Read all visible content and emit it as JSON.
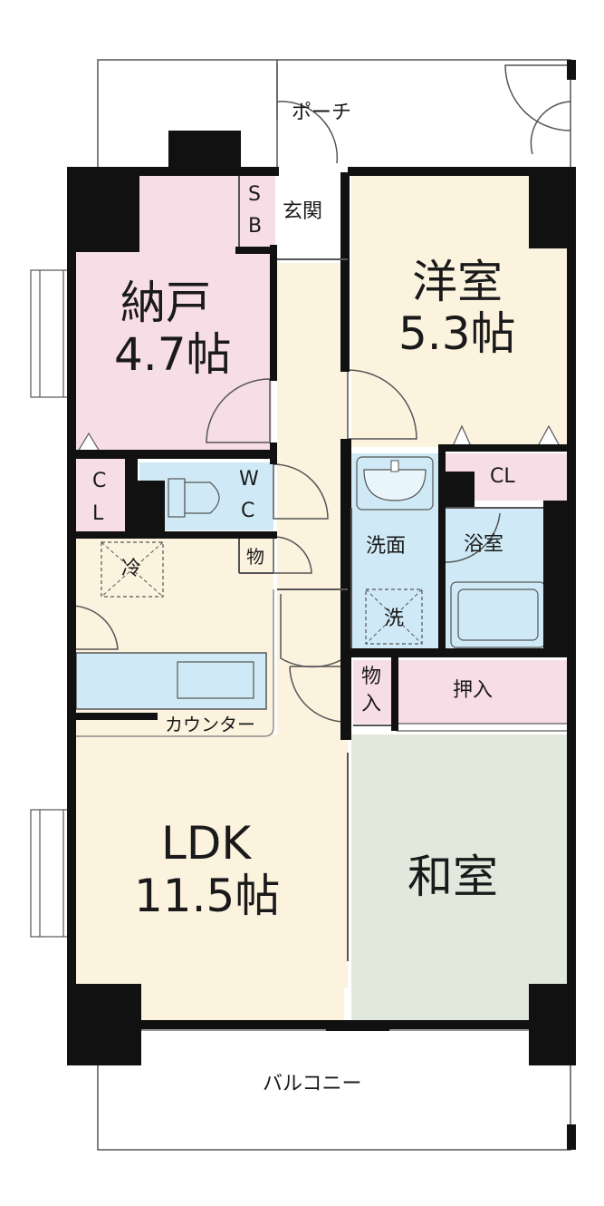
{
  "colors": {
    "pink": "#f7dde6",
    "cream": "#fcf3df",
    "blue": "#cfeaf6",
    "sage": "#e3e8dc",
    "wall": "#111111",
    "line": "#555555"
  },
  "rooms": {
    "porch": {
      "label": "ポーチ"
    },
    "entrance": {
      "label": "玄関"
    },
    "shoe_box": {
      "label_top": "S",
      "label_bottom": "B"
    },
    "storage_room": {
      "name": "納戸",
      "size": "4.7帖"
    },
    "western_room": {
      "name": "洋室",
      "size": "5.3帖"
    },
    "storage_closet": {
      "label_top": "C",
      "label_bottom": "L"
    },
    "toilet": {
      "label_top": "W",
      "label_bottom": "C"
    },
    "western_closet": {
      "label": "CL"
    },
    "utility_closet": {
      "label": "物"
    },
    "fridge_space": {
      "label": "冷"
    },
    "washroom": {
      "label": "洗面"
    },
    "washer_space": {
      "label": "洗"
    },
    "bathroom": {
      "label": "浴室"
    },
    "hall_closet": {
      "label_top": "物",
      "label_bottom": "入"
    },
    "oshiire": {
      "label": "押入"
    },
    "counter": {
      "label": "カウンター"
    },
    "ldk": {
      "name": "LDK",
      "size": "11.5帖"
    },
    "japanese_room": {
      "name": "和室"
    },
    "balcony": {
      "label": "バルコニー"
    }
  }
}
